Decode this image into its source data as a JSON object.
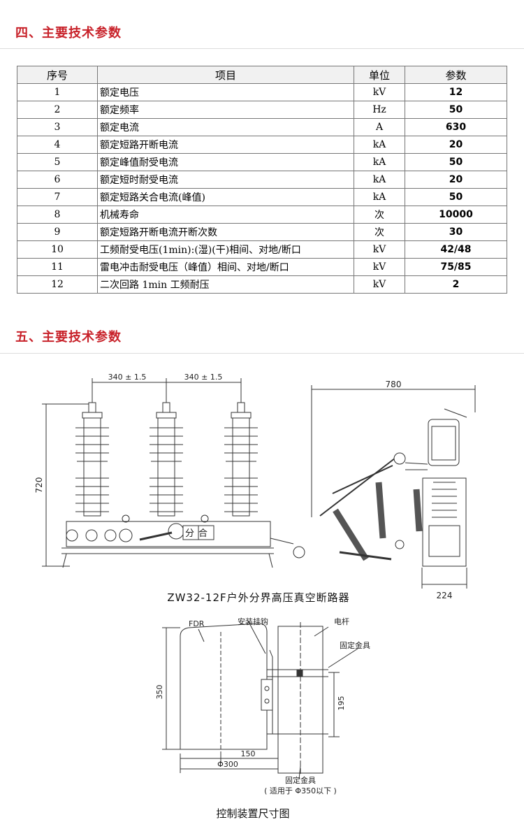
{
  "section4": {
    "title": "四、主要技术参数"
  },
  "table": {
    "headers": [
      "序号",
      "项目",
      "单位",
      "参数"
    ],
    "rows": [
      [
        "1",
        "额定电压",
        "kV",
        "12"
      ],
      [
        "2",
        "额定频率",
        "Hz",
        "50"
      ],
      [
        "3",
        "额定电流",
        "A",
        "630"
      ],
      [
        "4",
        "额定短路开断电流",
        "kA",
        "20"
      ],
      [
        "5",
        "额定峰值耐受电流",
        "kA",
        "50"
      ],
      [
        "6",
        "额定短时耐受电流",
        "kA",
        "20"
      ],
      [
        "7",
        "额定短路关合电流(峰值)",
        "kA",
        "50"
      ],
      [
        "8",
        "机械寿命",
        "次",
        "10000"
      ],
      [
        "9",
        "额定短路开断电流开断次数",
        "次",
        "30"
      ],
      [
        "10",
        "工频耐受电压(1min):(湿)(干)相间、对地/断口",
        "kV",
        "42/48"
      ],
      [
        "11",
        "雷电冲击耐受电压（峰值）相间、对地/断口",
        "kV",
        "75/85"
      ],
      [
        "12",
        "二次回路 1min 工频耐压",
        "kV",
        "2"
      ]
    ]
  },
  "section5": {
    "title": "五、主要技术参数"
  },
  "drawing1": {
    "dim_spacing_left": "340 ± 1.5",
    "dim_spacing_right": "340 ± 1.5",
    "dim_height": "720",
    "switch_label": "分合",
    "dim_depth": "780",
    "dim_base": "224",
    "caption": "ZW32-12F户外分界高压真空断路器"
  },
  "drawing2": {
    "label_fdr": "FDR",
    "label_hook": "安装挂钩",
    "label_pole": "电杆",
    "label_fixture_top": "固定金具",
    "dim_350": "350",
    "dim_195": "195",
    "dim_150": "150",
    "dim_phi300": "Φ300",
    "label_fixture_bottom": "固定金具",
    "note": "( 适用于 Φ350以下 )",
    "caption": "控制装置尺寸图"
  }
}
